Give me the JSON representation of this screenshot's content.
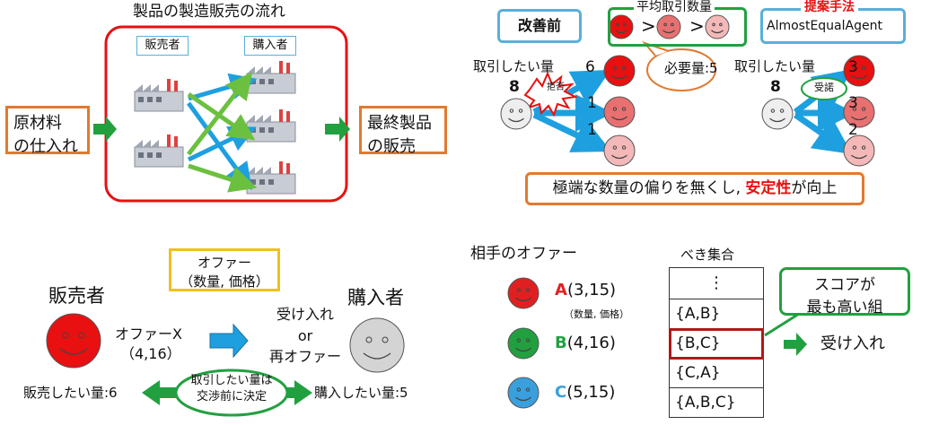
{
  "flow": {
    "title": "製品の製造販売の流れ",
    "seller_label": "販売者",
    "buyer_label": "購入者",
    "raw_materials": [
      "原材料",
      "の仕入れ"
    ],
    "final_sales": [
      "最終製品",
      "の販売"
    ]
  },
  "comparison": {
    "before_label": "改善前",
    "avg_title": "平均取引数量",
    "gt": ">",
    "proposed_title": "提案手法",
    "proposed_name": "AlmostEqualAgent",
    "required": "必要量:5",
    "want_label": "取引したい量",
    "want_value": "8",
    "reject": "拒否",
    "accept": "受諾",
    "before_amounts": [
      "6",
      "1",
      "1"
    ],
    "after_amounts": [
      "3",
      "3",
      "2"
    ],
    "conclusion_pre": "極端な数量の偏りを無くし, ",
    "conclusion_hl": "安定性",
    "conclusion_post": "が向上"
  },
  "negotiation": {
    "offer_title": "オファー",
    "offer_format": "（数量, 価格）",
    "seller": "販売者",
    "buyer": "購入者",
    "offer_x": "オファーX",
    "offer_x_value": "（4,16）",
    "response": [
      "受け入れ",
      "or",
      "再オファー"
    ],
    "sell_amount": "販売したい量:6",
    "buy_amount": "購入したい量:5",
    "note": [
      "取引したい量は",
      "交渉前に決定"
    ]
  },
  "powerset": {
    "title": "相手のオファー",
    "offers": [
      {
        "letter": "A",
        "value": "(3,15)",
        "color": "#e02020"
      },
      {
        "letter": "B",
        "value": "(4,16)",
        "color": "#22a040"
      },
      {
        "letter": "C",
        "value": "(5,15)",
        "color": "#3aa0dd"
      }
    ],
    "offer_format": "（数量, 価格）",
    "set_title": "べき集合",
    "rows": [
      "⋮",
      "{A,B}",
      "{B,C}",
      "{C,A}",
      "{A,B,C}"
    ],
    "callout": [
      "スコアが",
      "最も高い組"
    ],
    "accept": "受け入れ"
  },
  "colors": {
    "red": "#e81010",
    "orange": "#e07a30",
    "green": "#22a040",
    "blue": "#5ab0d8",
    "yellow": "#f0c020",
    "arrow_blue": "#1ea0e0"
  }
}
